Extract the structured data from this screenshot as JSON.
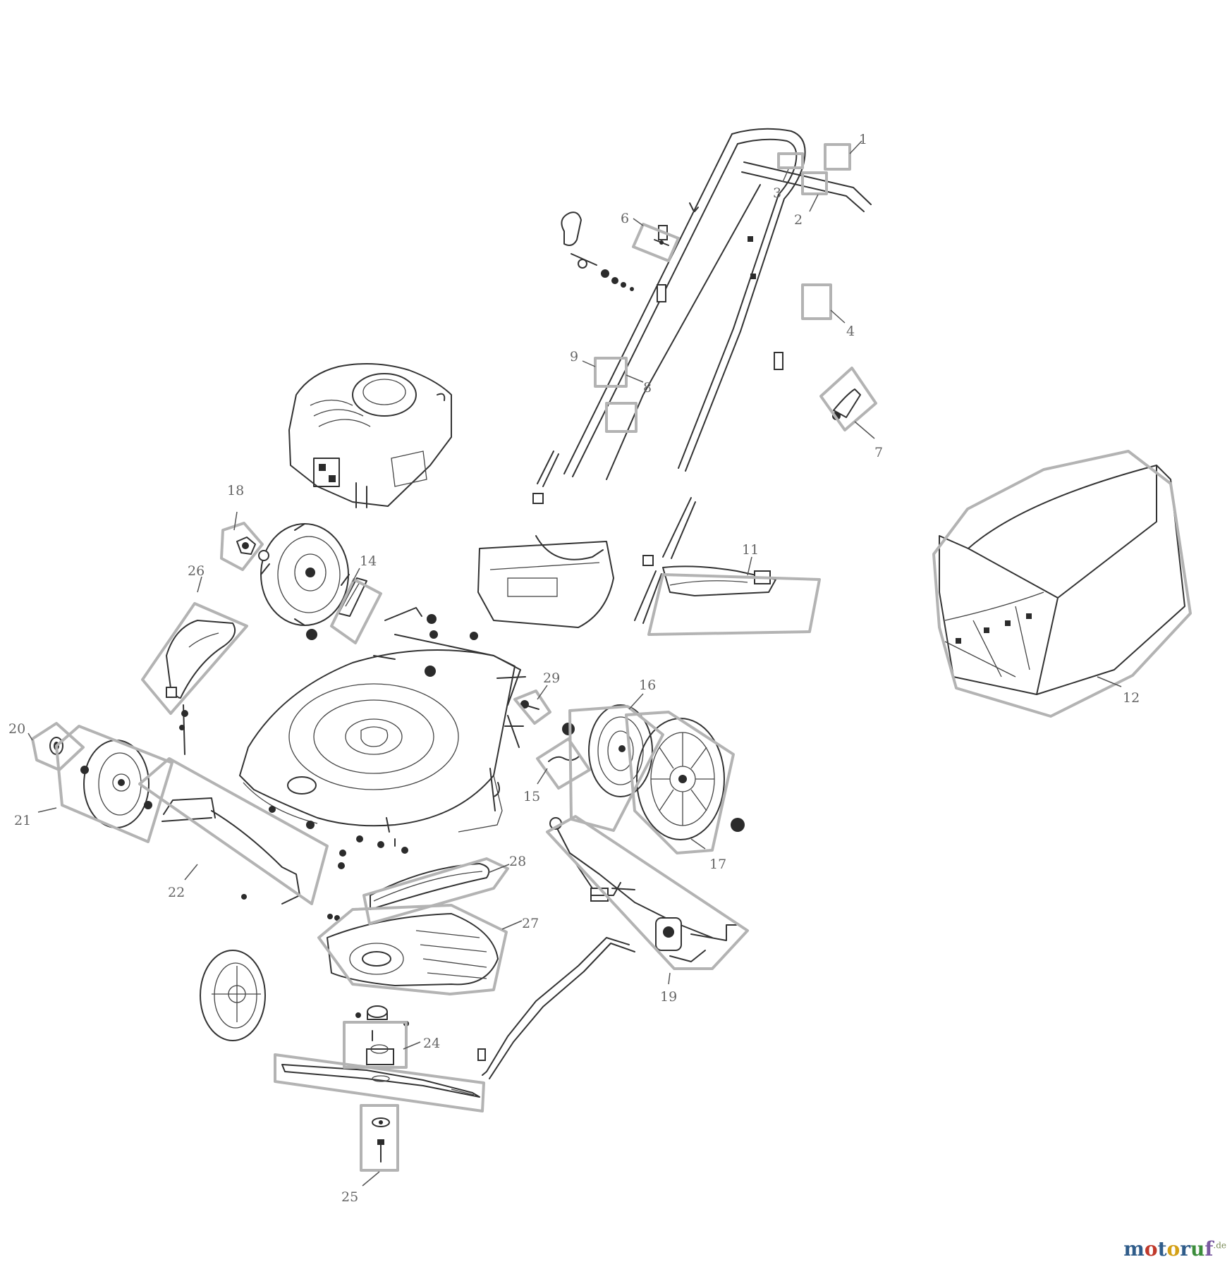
{
  "callouts": [
    "1",
    "2",
    "3",
    "4",
    "6",
    "7",
    "8",
    "9",
    "11",
    "12",
    "14",
    "15",
    "16",
    "17",
    "18",
    "19",
    "20",
    "21",
    "22",
    "24",
    "25",
    "26",
    "27",
    "28",
    "29"
  ],
  "brand": {
    "parts": [
      {
        "text": "m",
        "color": "#2f5c8a"
      },
      {
        "text": "o",
        "color": "#c0392b"
      },
      {
        "text": "t",
        "color": "#2f5c8a"
      },
      {
        "text": "o",
        "color": "#d4a017"
      },
      {
        "text": "r",
        "color": "#2f5c8a"
      },
      {
        "text": "u",
        "color": "#3c8d3c"
      },
      {
        "text": "f",
        "color": "#7a5aa0"
      }
    ],
    "suffix": ".de"
  }
}
